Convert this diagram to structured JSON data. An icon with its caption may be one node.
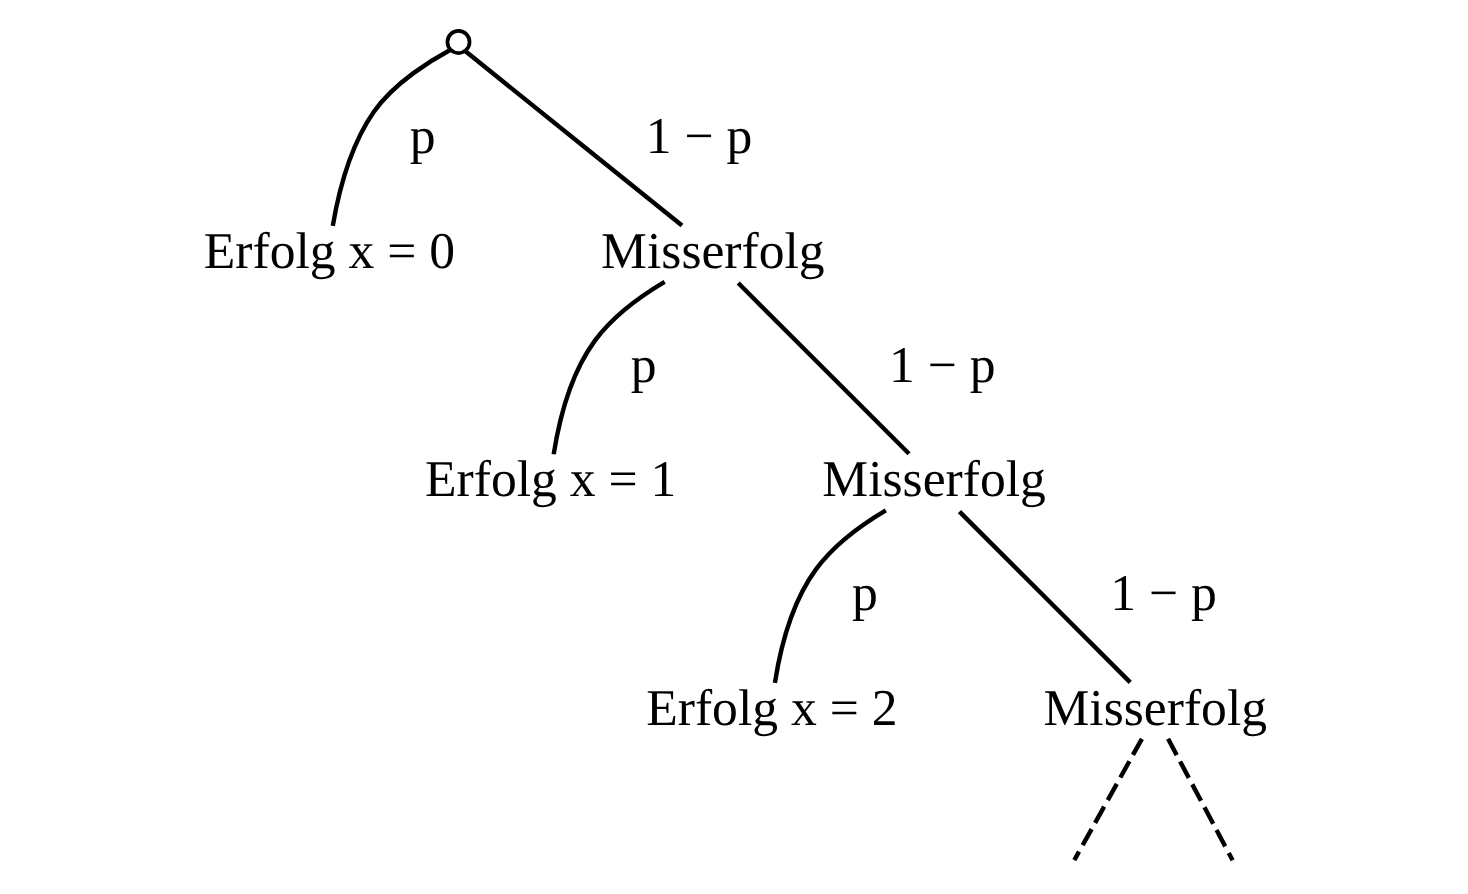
{
  "diagram": {
    "nodes": [
      {
        "text": [],
        "shape": "circle"
      },
      {
        "text": [
          "Erfolg x = 0"
        ]
      },
      {
        "text": [
          "Misserfolg"
        ]
      },
      {
        "text": [
          "Erfolg x = 1"
        ]
      },
      {
        "text": [
          "Misserfolg"
        ]
      },
      {
        "text": [
          "Erfolg x = 2"
        ]
      },
      {
        "text": [
          "Misserfolg"
        ]
      }
    ],
    "edges": [
      {
        "from": 0,
        "to": 1,
        "arrow": "none",
        "label": "p"
      },
      {
        "from": 0,
        "to": 2,
        "arrow": "none",
        "label": "1 − p"
      },
      {
        "from": 2,
        "to": 3,
        "arrow": "none",
        "label": "p"
      },
      {
        "from": 2,
        "to": 4,
        "arrow": "none",
        "label": "1 − p"
      },
      {
        "from": 4,
        "to": 5,
        "arrow": "none",
        "label": "p"
      },
      {
        "from": 4,
        "to": 6,
        "arrow": "none",
        "label": "1 − p"
      },
      {
        "from": 6,
        "to": null,
        "arrow": "none",
        "style": "dashed"
      },
      {
        "from": 6,
        "to": null,
        "arrow": "none",
        "style": "dashed"
      }
    ]
  }
}
